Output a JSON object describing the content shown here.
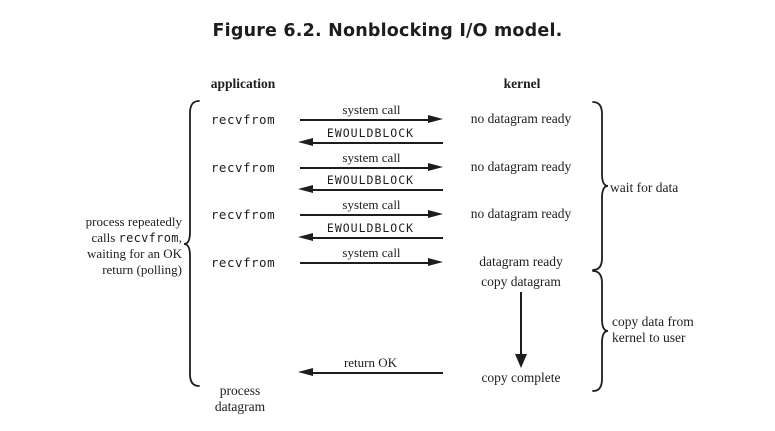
{
  "title": "Figure 6.2. Nonblocking I/O model.",
  "columns": {
    "application": "application",
    "kernel": "kernel"
  },
  "left_note": {
    "line1": "process repeatedly",
    "line2_prefix": "calls ",
    "line2_code": "recvfrom",
    "line2_suffix": ",",
    "line3": "waiting for an OK",
    "line4": "return (polling)"
  },
  "exchanges": [
    {
      "app_call": "recvfrom",
      "request_label": "system call",
      "kernel_state": "no datagram ready",
      "response_label": "EWOULDBLOCK"
    },
    {
      "app_call": "recvfrom",
      "request_label": "system call",
      "kernel_state": "no datagram ready",
      "response_label": "EWOULDBLOCK"
    },
    {
      "app_call": "recvfrom",
      "request_label": "system call",
      "kernel_state": "no datagram ready",
      "response_label": "EWOULDBLOCK"
    },
    {
      "app_call": "recvfrom",
      "request_label": "system call",
      "kernel_state": "datagram ready"
    }
  ],
  "copy_phase": {
    "kernel_action": "copy datagram",
    "kernel_done": "copy complete",
    "return_label": "return OK",
    "app_action_line1": "process",
    "app_action_line2": "datagram"
  },
  "annotations": {
    "wait": "wait for data",
    "copy_line1": "copy data from",
    "copy_line2": "kernel to user"
  },
  "colors": {
    "ink": "#1d1d1b",
    "background": "#ffffff"
  }
}
